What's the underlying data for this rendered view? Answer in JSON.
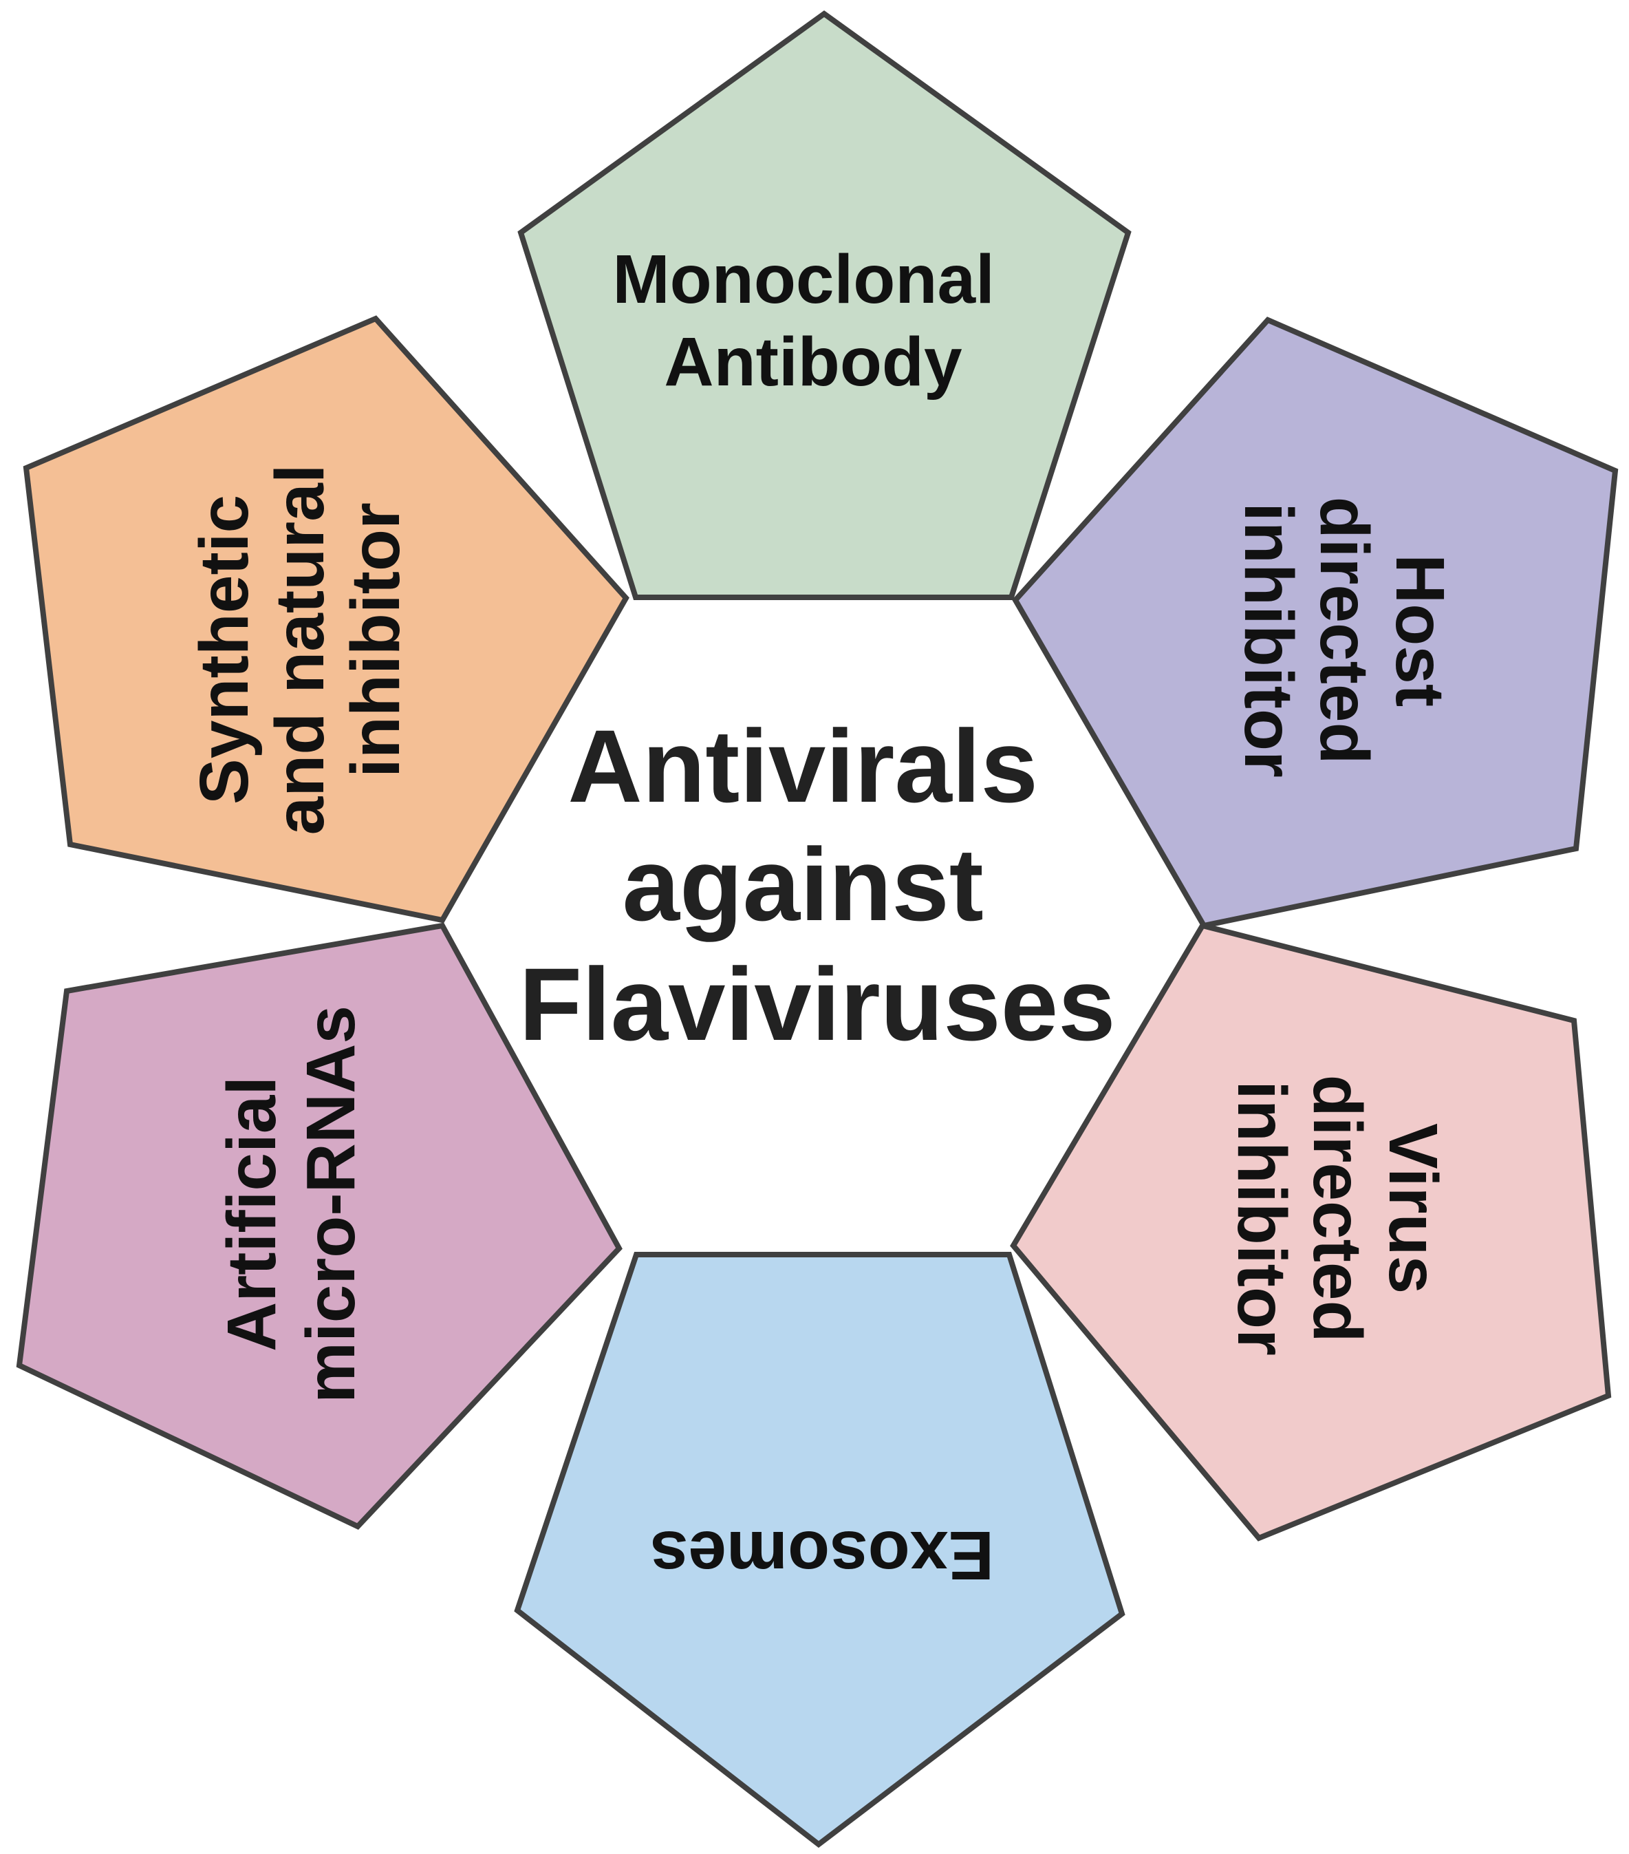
{
  "center": {
    "lines": [
      "Antivirals",
      "against",
      "Flaviviruses"
    ]
  },
  "petals": [
    {
      "lines": [
        "Monoclonal",
        "Antibody"
      ],
      "fill": "#c8dcc9"
    },
    {
      "lines": [
        "Host",
        "directed",
        "inhibitor"
      ],
      "fill": "#b8b4d8"
    },
    {
      "lines": [
        "Virus",
        "directed",
        "inhibitor"
      ],
      "fill": "#f1cbcb"
    },
    {
      "lines": [
        "Exosomes"
      ],
      "fill": "#b8d7ef"
    },
    {
      "lines": [
        "Artificial",
        "micro-RNAs"
      ],
      "fill": "#d5a9c5"
    },
    {
      "lines": [
        "Synthetic",
        "and natural",
        "inhibitor"
      ],
      "fill": "#f4bf95"
    }
  ],
  "stroke_color": "#404040"
}
